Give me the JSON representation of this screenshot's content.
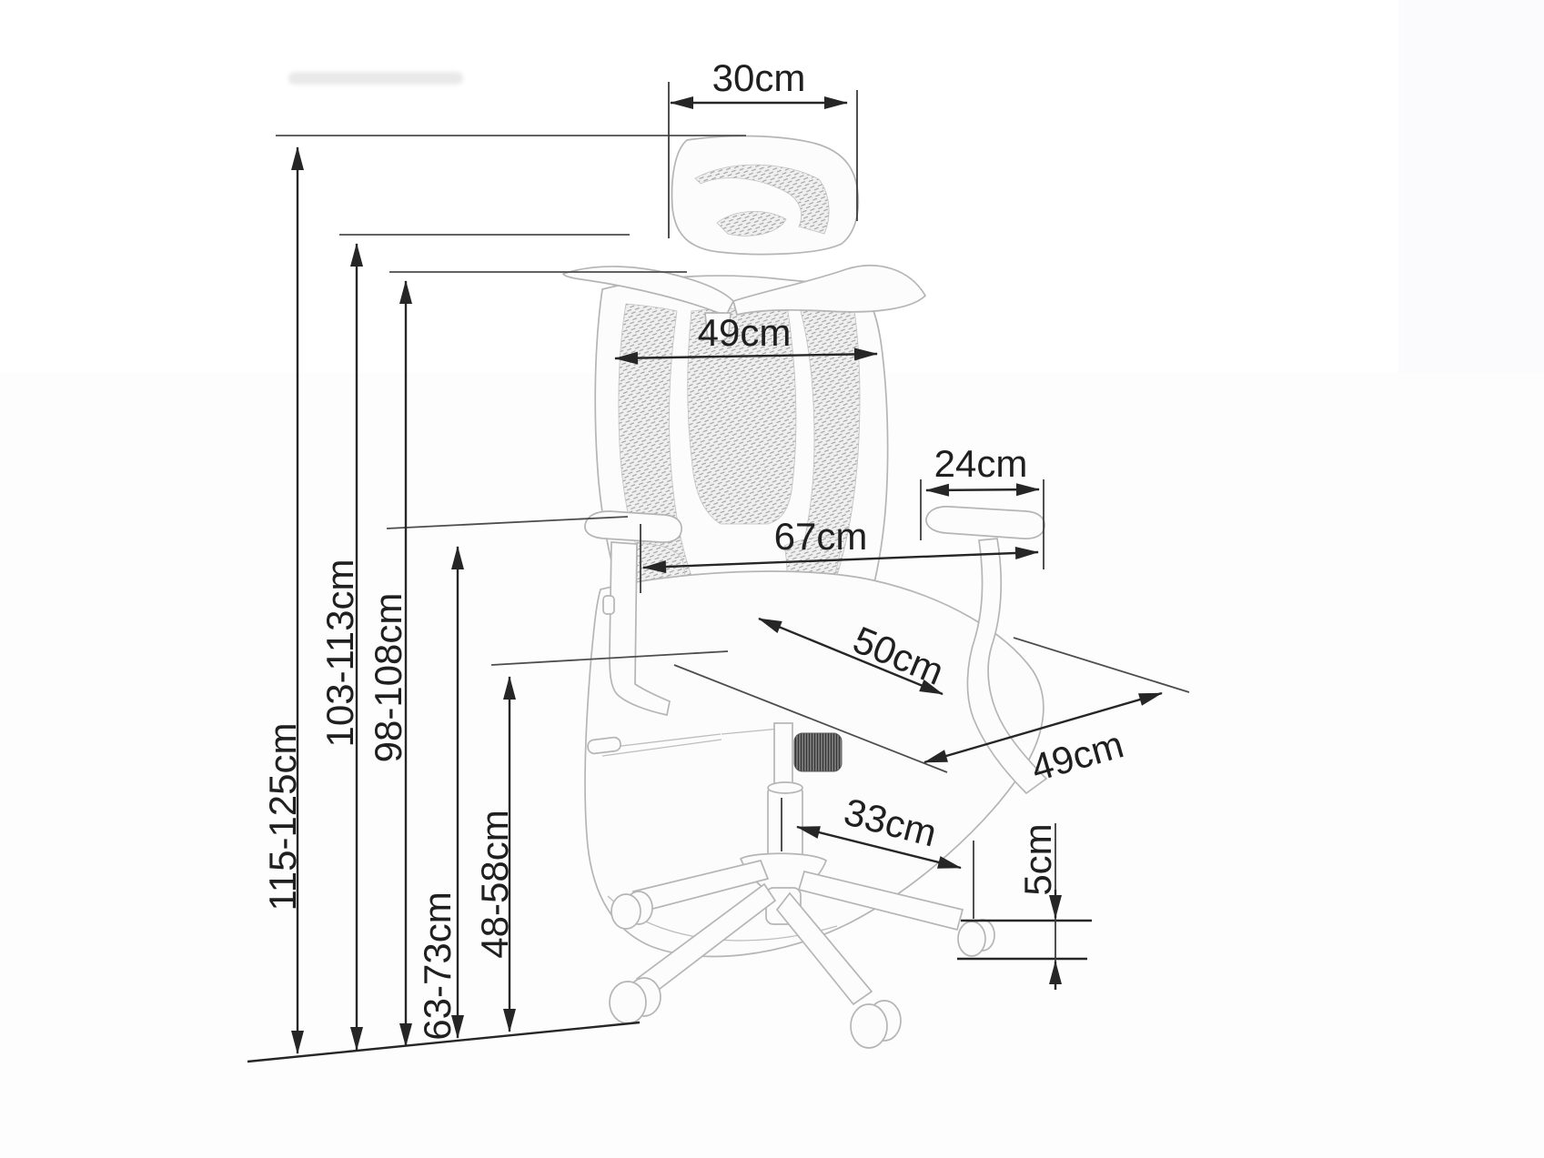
{
  "page": {
    "background": "#ffffff",
    "dimension_line_color": "#262626",
    "sketch_color": "#b5b5b5",
    "text_color": "#1f1f1f"
  },
  "diagram": {
    "subject": "office-chair-dimension-drawing",
    "unit": "cm",
    "labels": {
      "headrest_width": "30cm",
      "backrest_width": "49cm",
      "armrest_pad_length": "24cm",
      "total_width_at_armrests": "67cm",
      "seat_depth": "50cm",
      "seat_width": "49cm",
      "base_leg_span": "33cm",
      "caster_height": "5cm",
      "overall_height": "115-125cm",
      "headrest_top_height": "103-113cm",
      "backrest_top_height": "98-108cm",
      "armrest_height": "63-73cm",
      "seat_height": "48-58cm"
    }
  }
}
